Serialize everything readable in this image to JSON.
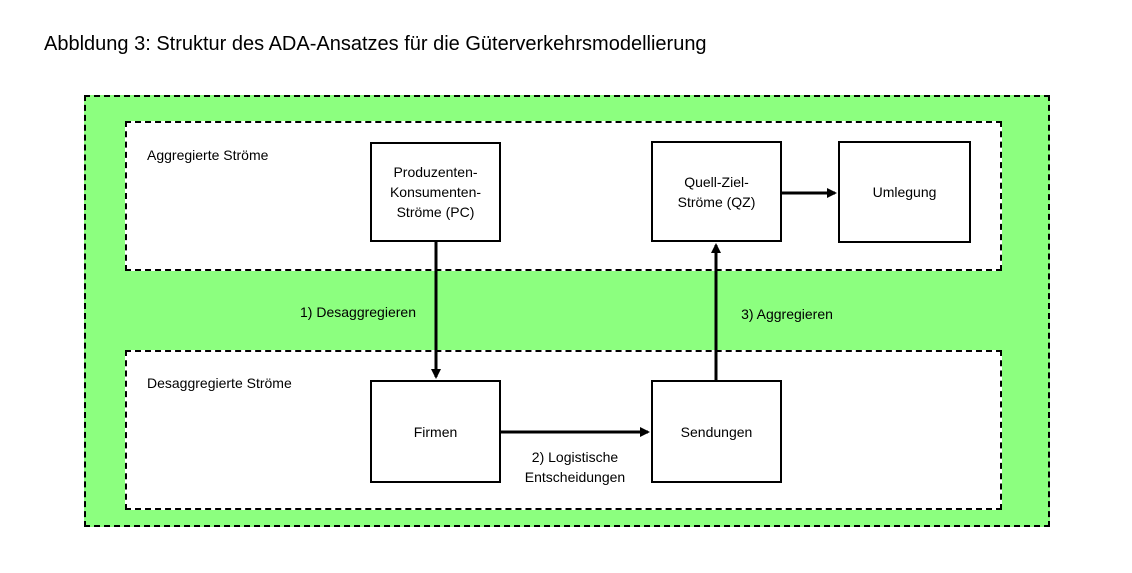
{
  "title": "Abbldung 3: Struktur des ADA-Ansatzes für die Güterverkehrsmodellierung",
  "colors": {
    "background_fill": "#8cff7f",
    "panel_fill": "#ffffff",
    "stroke": "#000000"
  },
  "bands": {
    "aggregated": {
      "label": "Aggregierte Ströme"
    },
    "disaggregated": {
      "label": "Desaggregierte Ströme"
    }
  },
  "nodes": {
    "pc": {
      "label": "Produzenten-\nKonsumenten-\nStröme (PC)"
    },
    "qz": {
      "label": "Quell-Ziel-\nStröme (QZ)"
    },
    "umlegung": {
      "label": "Umlegung"
    },
    "firmen": {
      "label": "Firmen"
    },
    "sendungen": {
      "label": "Sendungen"
    }
  },
  "edges": {
    "desaggregieren": {
      "from": "pc",
      "to": "firmen",
      "label": "1) Desaggregieren"
    },
    "logistik": {
      "from": "firmen",
      "to": "sendungen",
      "label": "2) Logistische\nEntscheidungen"
    },
    "aggregieren": {
      "from": "sendungen",
      "to": "qz",
      "label": "3) Aggregieren"
    },
    "zu_umlegung": {
      "from": "qz",
      "to": "umlegung",
      "label": ""
    }
  }
}
